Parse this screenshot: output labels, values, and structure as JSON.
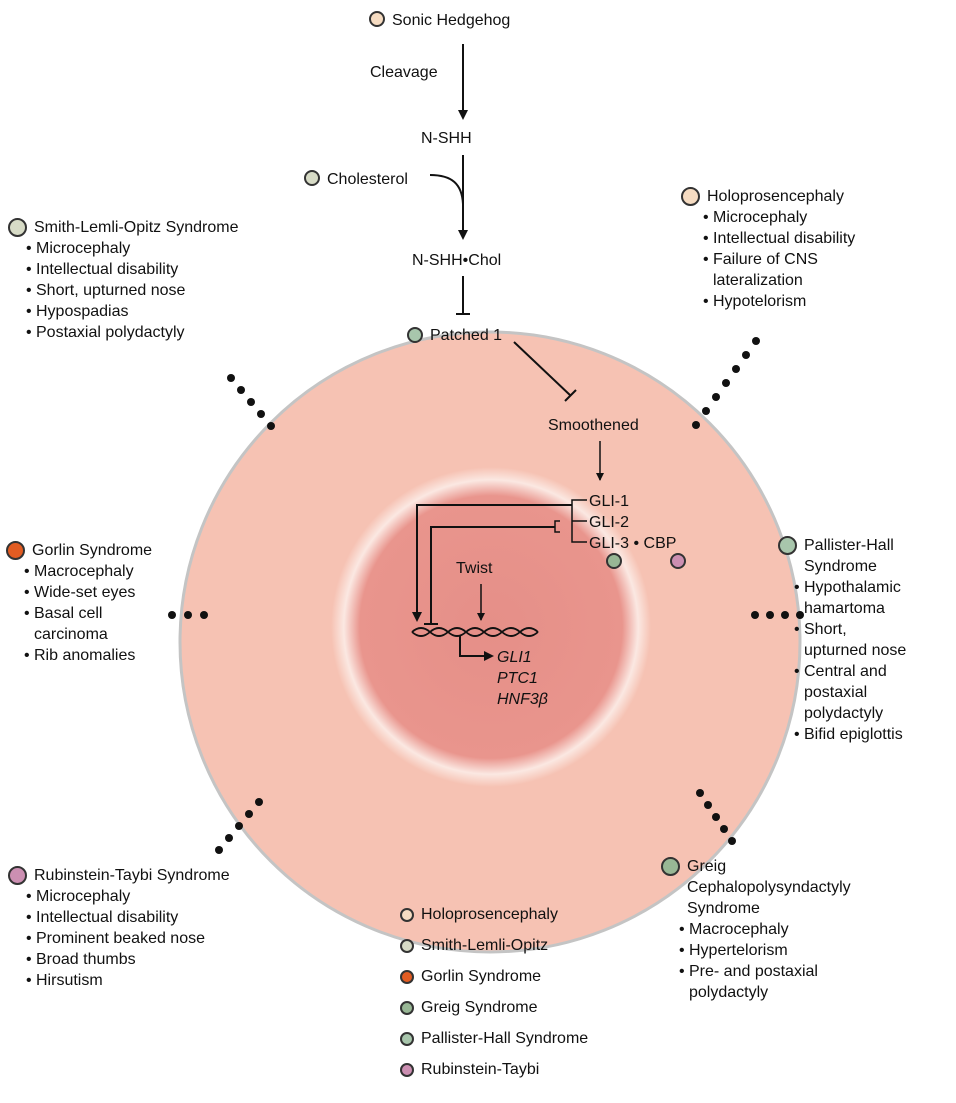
{
  "pathway": {
    "ligand": "Sonic Hedgehog",
    "cleavage_label": "Cleavage",
    "nshh": "N-SHH",
    "cholesterol": "Cholesterol",
    "nshh_chol": "N-SHH•Chol",
    "patched": "Patched 1",
    "smoothened": "Smoothened",
    "gli1": "GLI-1",
    "gli2": "GLI-2",
    "gli3": "GLI-3 • CBP",
    "twist": "Twist",
    "targets": [
      "GLI1",
      "PTC1",
      "HNF3β"
    ]
  },
  "colors": {
    "holoprosencephaly": "#f6dcc2",
    "smith_lemli_opitz": "#d7dbc6",
    "gorlin": "#e25c22",
    "greig": "#98b795",
    "pallister_hall": "#a8c6ac",
    "rubinstein_taybi": "#cc8fb2",
    "cell_outer": "#f6c2b3",
    "cell_inner": "#e9948c"
  },
  "syndromes": {
    "slo": {
      "title": "Smith-Lemli-Opitz Syndrome",
      "features": [
        "Microcephaly",
        "Intellectual disability",
        "Short, upturned nose",
        "Hypospadias",
        "Postaxial polydactyly"
      ]
    },
    "holo": {
      "title": "Holoprosencephaly",
      "features": [
        "Microcephaly",
        "Intellectual disability",
        "Failure of CNS lateralization",
        "Hypotelorism"
      ]
    },
    "gorlin": {
      "title": "Gorlin Syndrome",
      "features": [
        "Macrocephaly",
        "Wide-set eyes",
        "Basal cell carcinoma",
        "Rib anomalies"
      ]
    },
    "pallister": {
      "title": "Pallister-Hall Syndrome",
      "features": [
        "Hypothalamic hamartoma",
        "Short, upturned nose",
        "Central and postaxial polydactyly",
        "Bifid epiglottis"
      ]
    },
    "rubinstein": {
      "title": "Rubinstein-Taybi Syndrome",
      "features": [
        "Microcephaly",
        "Intellectual disability",
        "Prominent beaked nose",
        "Broad thumbs",
        "Hirsutism"
      ]
    },
    "greig": {
      "title": "Greig Cephalopolysyndactyly Syndrome",
      "features": [
        "Macrocephaly",
        "Hypertelorism",
        "Pre- and postaxial polydactyly"
      ]
    }
  },
  "legend": [
    {
      "label": "Holoprosencephaly",
      "color": "#f6dcc2"
    },
    {
      "label": "Smith-Lemli-Opitz",
      "color": "#d7dbc6"
    },
    {
      "label": "Gorlin Syndrome",
      "color": "#e25c22"
    },
    {
      "label": "Greig Syndrome",
      "color": "#98b795"
    },
    {
      "label": "Pallister-Hall Syndrome",
      "color": "#a8c6ac"
    },
    {
      "label": "Rubinstein-Taybi",
      "color": "#cc8fb2"
    }
  ]
}
